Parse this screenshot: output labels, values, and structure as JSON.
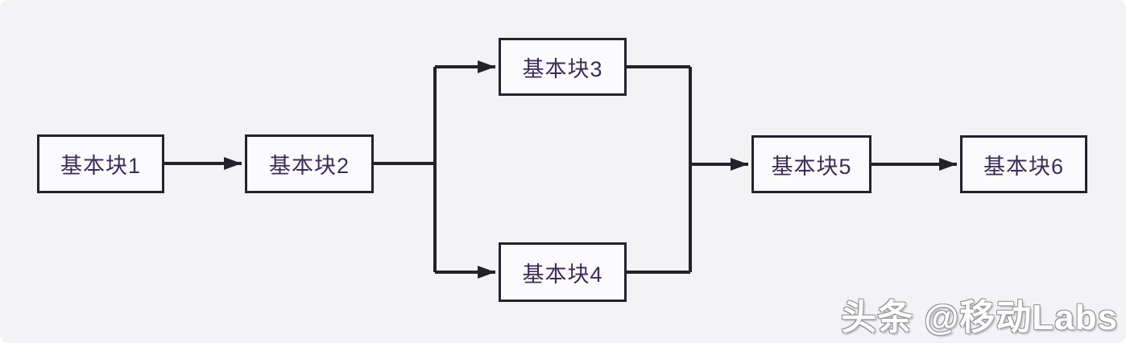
{
  "diagram": {
    "type": "flowchart",
    "nodes": [
      {
        "id": "b1",
        "label": "基本块1"
      },
      {
        "id": "b2",
        "label": "基本块2"
      },
      {
        "id": "b3",
        "label": "基本块3"
      },
      {
        "id": "b4",
        "label": "基本块4"
      },
      {
        "id": "b5",
        "label": "基本块5"
      },
      {
        "id": "b6",
        "label": "基本块6"
      }
    ],
    "edges": [
      {
        "from": "基本块1",
        "to": "基本块2"
      },
      {
        "from": "基本块2",
        "to": "基本块3"
      },
      {
        "from": "基本块2",
        "to": "基本块4"
      },
      {
        "from": "基本块3",
        "to": "基本块5"
      },
      {
        "from": "基本块4",
        "to": "基本块5"
      },
      {
        "from": "基本块5",
        "to": "基本块6"
      }
    ],
    "colors": {
      "background": "#f3f3f6",
      "node_fill": "#fbfbfd",
      "node_border": "#262130",
      "node_text": "#3c2c55",
      "line": "#23222b"
    }
  },
  "watermark": {
    "text": "头条 @移动Labs"
  }
}
